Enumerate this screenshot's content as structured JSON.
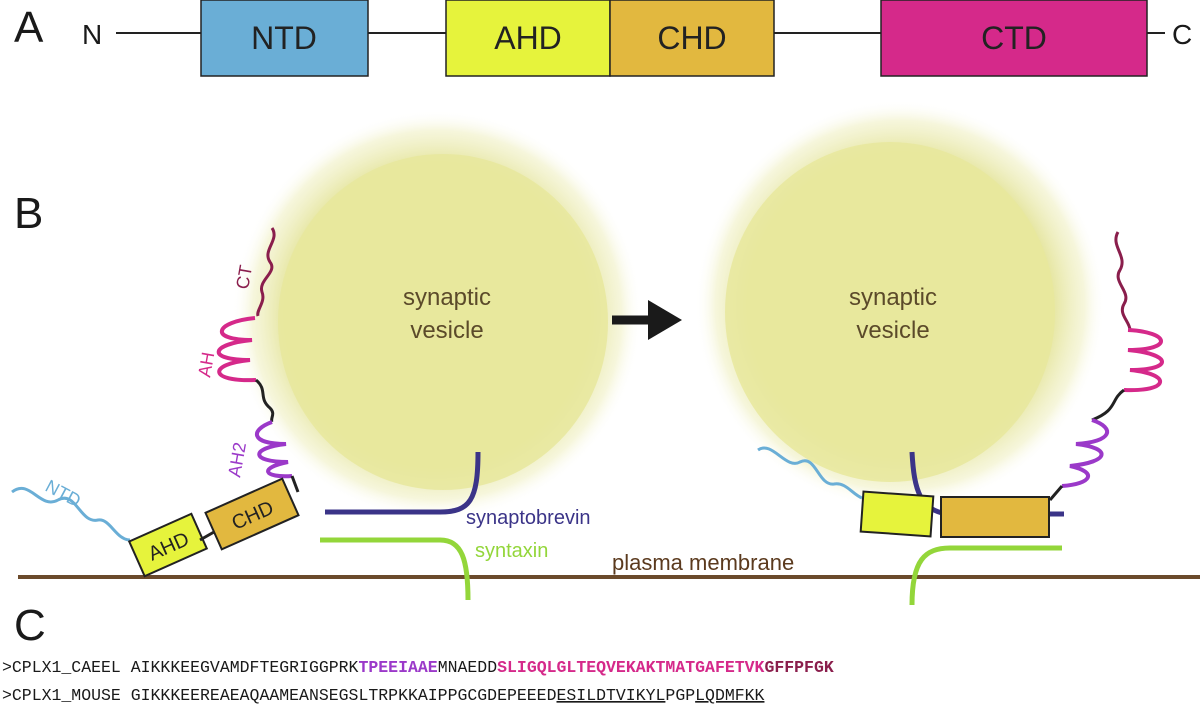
{
  "panel_a": {
    "letter": "A",
    "n_term": "N",
    "c_term": "C",
    "domains": [
      {
        "label": "NTD",
        "color": "#6aaed6"
      },
      {
        "label": "AHD",
        "color": "#e6f33c"
      },
      {
        "label": "CHD",
        "color": "#e2b83f"
      },
      {
        "label": "CTD",
        "color": "#d5298a"
      }
    ]
  },
  "panel_b": {
    "letter": "B",
    "vesicle_left_label": "synaptic\nvesicle",
    "vesicle_right_label": "synaptic\nvesicle",
    "labels": {
      "ct": "CT",
      "ah": "AH",
      "ah2": "AH2",
      "ntd": "NTD",
      "ahd": "AHD",
      "chd": "CHD",
      "synaptobrevin": "synaptobrevin",
      "syntaxin": "syntaxin",
      "plasma_membrane": "plasma membrane"
    },
    "colors": {
      "vesicle": "#eaeaa6",
      "membrane": "#6b4a2b",
      "synaptobrevin": "#3b3488",
      "syntaxin": "#93d63a",
      "ct": "#8a1e4c",
      "ah": "#d5298a",
      "ah2": "#9b39c9",
      "ntd": "#6aaed6"
    }
  },
  "panel_c": {
    "letter": "C",
    "rows": [
      {
        "segments": [
          {
            "text": ">CPLX1_CAEEL AIKKKEEGVAMDFTEGRIGGPRK",
            "color": "#1a1a1a",
            "bold": false,
            "underline": false
          },
          {
            "text": "TPEEIAAE",
            "color": "#9b39c9",
            "bold": true,
            "underline": false
          },
          {
            "text": "MNAEDD",
            "color": "#1a1a1a",
            "bold": false,
            "underline": false
          },
          {
            "text": "SLIGQLGLTEQVEKAKTMATGAFETVK",
            "color": "#d5298a",
            "bold": true,
            "underline": false
          },
          {
            "text": "GFFPFGK",
            "color": "#8a1e4c",
            "bold": true,
            "underline": false
          }
        ]
      },
      {
        "segments": [
          {
            "text": ">CPLX1_MOUSE GIKKKEEREAEAQAAMEANSEGSLTRPKKAIPPGCGDEPEEED",
            "color": "#1a1a1a",
            "bold": false,
            "underline": false
          },
          {
            "text": "ESILDTVIKYL",
            "color": "#1a1a1a",
            "bold": false,
            "underline": true
          },
          {
            "text": "PGP",
            "color": "#1a1a1a",
            "bold": false,
            "underline": false
          },
          {
            "text": "LQDMFKK",
            "color": "#1a1a1a",
            "bold": false,
            "underline": true
          }
        ]
      }
    ]
  }
}
